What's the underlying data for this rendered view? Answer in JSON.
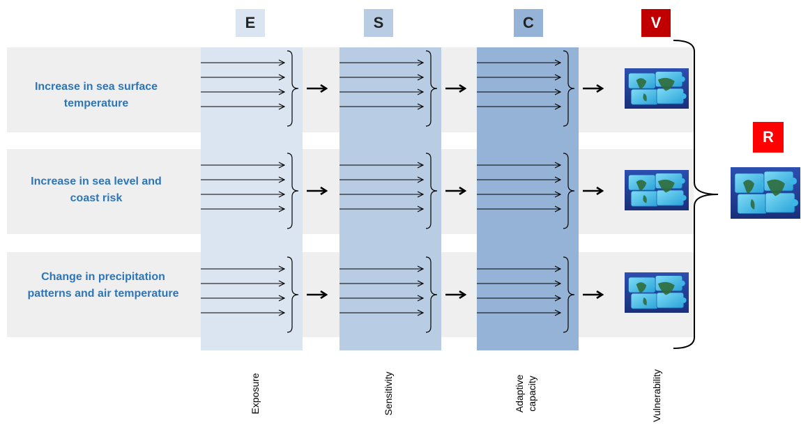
{
  "columns": [
    {
      "letter": "E",
      "label": "Exposure",
      "color": "#dbe5f1",
      "badge_color": "#dbe5f1"
    },
    {
      "letter": "S",
      "label": "Sensitivity",
      "color": "#b8cce4",
      "badge_color": "#b8cce4"
    },
    {
      "letter": "C",
      "label": "Adaptive capacity",
      "color": "#95b3d7",
      "badge_color": "#95b3d7"
    },
    {
      "letter": "V",
      "label": "Vulnerability",
      "color": "#c00000",
      "badge_color": "#c00000"
    }
  ],
  "rows": [
    {
      "label": "Increase in sea surface temperature"
    },
    {
      "label": "Increase in sea level and coast risk"
    },
    {
      "label": "Change in precipitation patterns and air temperature"
    }
  ],
  "risk": {
    "letter": "R",
    "color": "#ff0000"
  },
  "icons": {
    "outcome": "world-map-puzzle-icon"
  },
  "colors": {
    "row_band": "#efefef",
    "label_text": "#2e75b6",
    "arrow": "#000000"
  }
}
